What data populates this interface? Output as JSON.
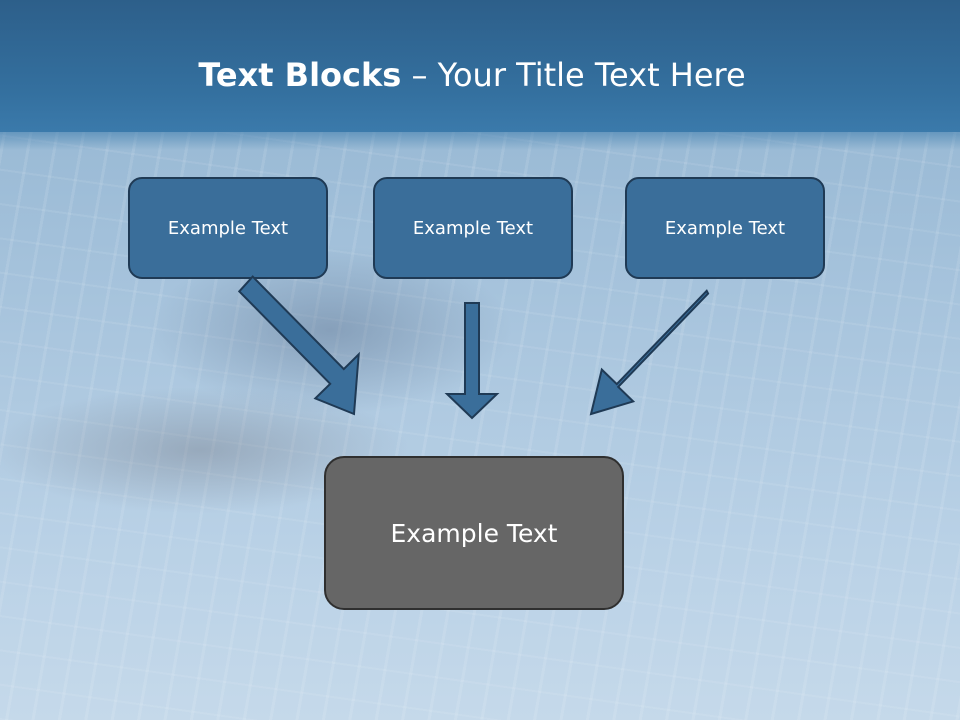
{
  "title": {
    "bold": "Text Blocks",
    "separator": " – ",
    "rest": "Your Title Text Here"
  },
  "blocks": {
    "left": "Example Text",
    "center": "Example Text",
    "right": "Example Text",
    "bottom": "Example Text"
  },
  "colors": {
    "header": "#2d5f8a",
    "block_fill": "#3a6e9a",
    "block_border": "#1f3a55",
    "bottom_block_fill": "#666666",
    "text": "#ffffff"
  }
}
